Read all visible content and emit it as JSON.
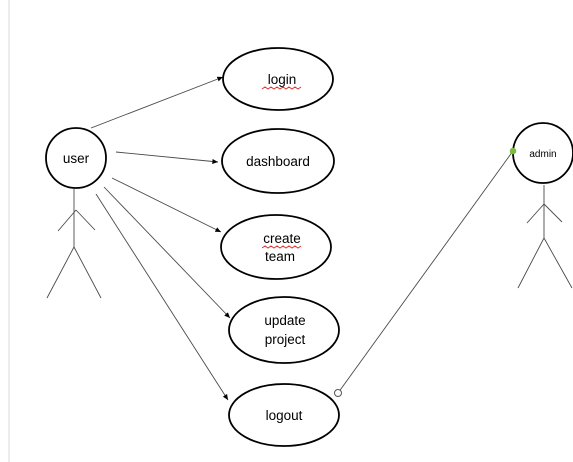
{
  "diagram": {
    "actors": [
      {
        "id": "user",
        "label": "user"
      },
      {
        "id": "admin",
        "label": "admin"
      }
    ],
    "use_cases": [
      {
        "id": "login",
        "lines": [
          "login"
        ]
      },
      {
        "id": "dashboard",
        "lines": [
          "dashboard"
        ]
      },
      {
        "id": "create-team",
        "lines": [
          "create",
          "team"
        ]
      },
      {
        "id": "update-project",
        "lines": [
          "update",
          "project"
        ]
      },
      {
        "id": "logout",
        "lines": [
          "logout"
        ]
      }
    ]
  },
  "colors": {
    "line": "#4a4a4a",
    "outline": "#000000",
    "spellcheck_underline": "#e0332e",
    "selection_handle": "#7dbb3c",
    "page_border": "#d9d9d9"
  }
}
